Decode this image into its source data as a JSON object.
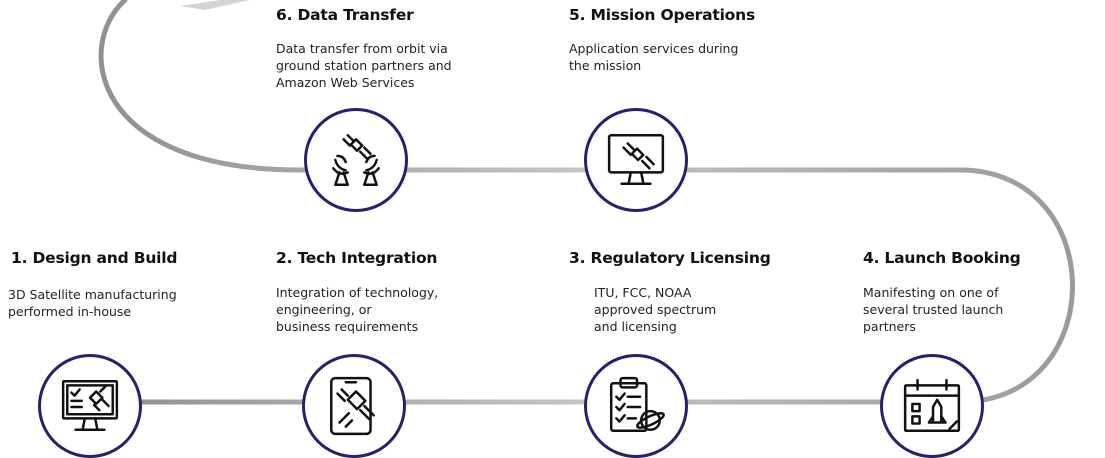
{
  "steps": [
    {
      "number": "1.",
      "title": "Design and Build",
      "description": "3D Satellite manufacturing\nperformed in-house",
      "icon": "monitor-satellite-icon"
    },
    {
      "number": "2.",
      "title": "Tech Integration",
      "description": "Integration of technology,\nengineering, or\nbusiness  requirements",
      "icon": "tablet-satellite-icon"
    },
    {
      "number": "3.",
      "title": "Regulatory Licensing",
      "description": "ITU, FCC, NOAA\napproved spectrum\nand licensing",
      "icon": "clipboard-planet-icon"
    },
    {
      "number": "4.",
      "title": "Launch Booking",
      "description": "Manifesting on one of\nseveral trusted launch\npartners",
      "icon": "calendar-rocket-icon"
    },
    {
      "number": "5.",
      "title": "Mission Operations",
      "description": "Application services during\nthe mission",
      "icon": "monitor-satellite-icon"
    },
    {
      "number": "6.",
      "title": "Data Transfer",
      "description": "Data transfer from orbit via\nground station partners and\nAmazon Web Services",
      "icon": "satellite-ground-station-icon"
    }
  ],
  "colors": {
    "circle_border": "#262168",
    "track": "#a9a9a9",
    "icon": "#111111"
  }
}
